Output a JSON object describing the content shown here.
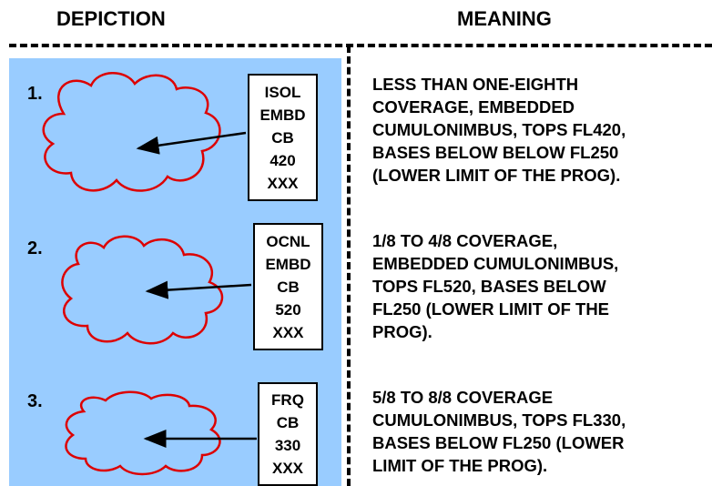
{
  "headers": {
    "depiction": "DEPICTION",
    "meaning": "MEANING"
  },
  "items": [
    {
      "number": "1.",
      "box_lines": [
        "ISOL",
        "EMBD",
        "CB",
        "420",
        "XXX"
      ],
      "meaning": "LESS THAN ONE-EIGHTH\nCOVERAGE, EMBEDDED\nCUMULONIMBUS, TOPS FL420,\nBASES BELOW BELOW FL250\n(LOWER LIMIT OF THE PROG)."
    },
    {
      "number": "2.",
      "box_lines": [
        "OCNL",
        "EMBD",
        "CB",
        "520",
        "XXX"
      ],
      "meaning": "1/8 TO 4/8 COVERAGE,\nEMBEDDED CUMULONIMBUS,\nTOPS FL520, BASES BELOW\nFL250 (LOWER LIMIT OF THE\nPROG)."
    },
    {
      "number": "3.",
      "box_lines": [
        "FRQ",
        "CB",
        "330",
        "XXX"
      ],
      "meaning": "5/8 TO 8/8 COVERAGE\nCUMULONIMBUS, TOPS FL330,\nBASES BELOW  FL250 (LOWER\nLIMIT OF THE PROG)."
    }
  ],
  "colors": {
    "panel": "#99ccff",
    "cloud_outline": "#dd0000"
  }
}
